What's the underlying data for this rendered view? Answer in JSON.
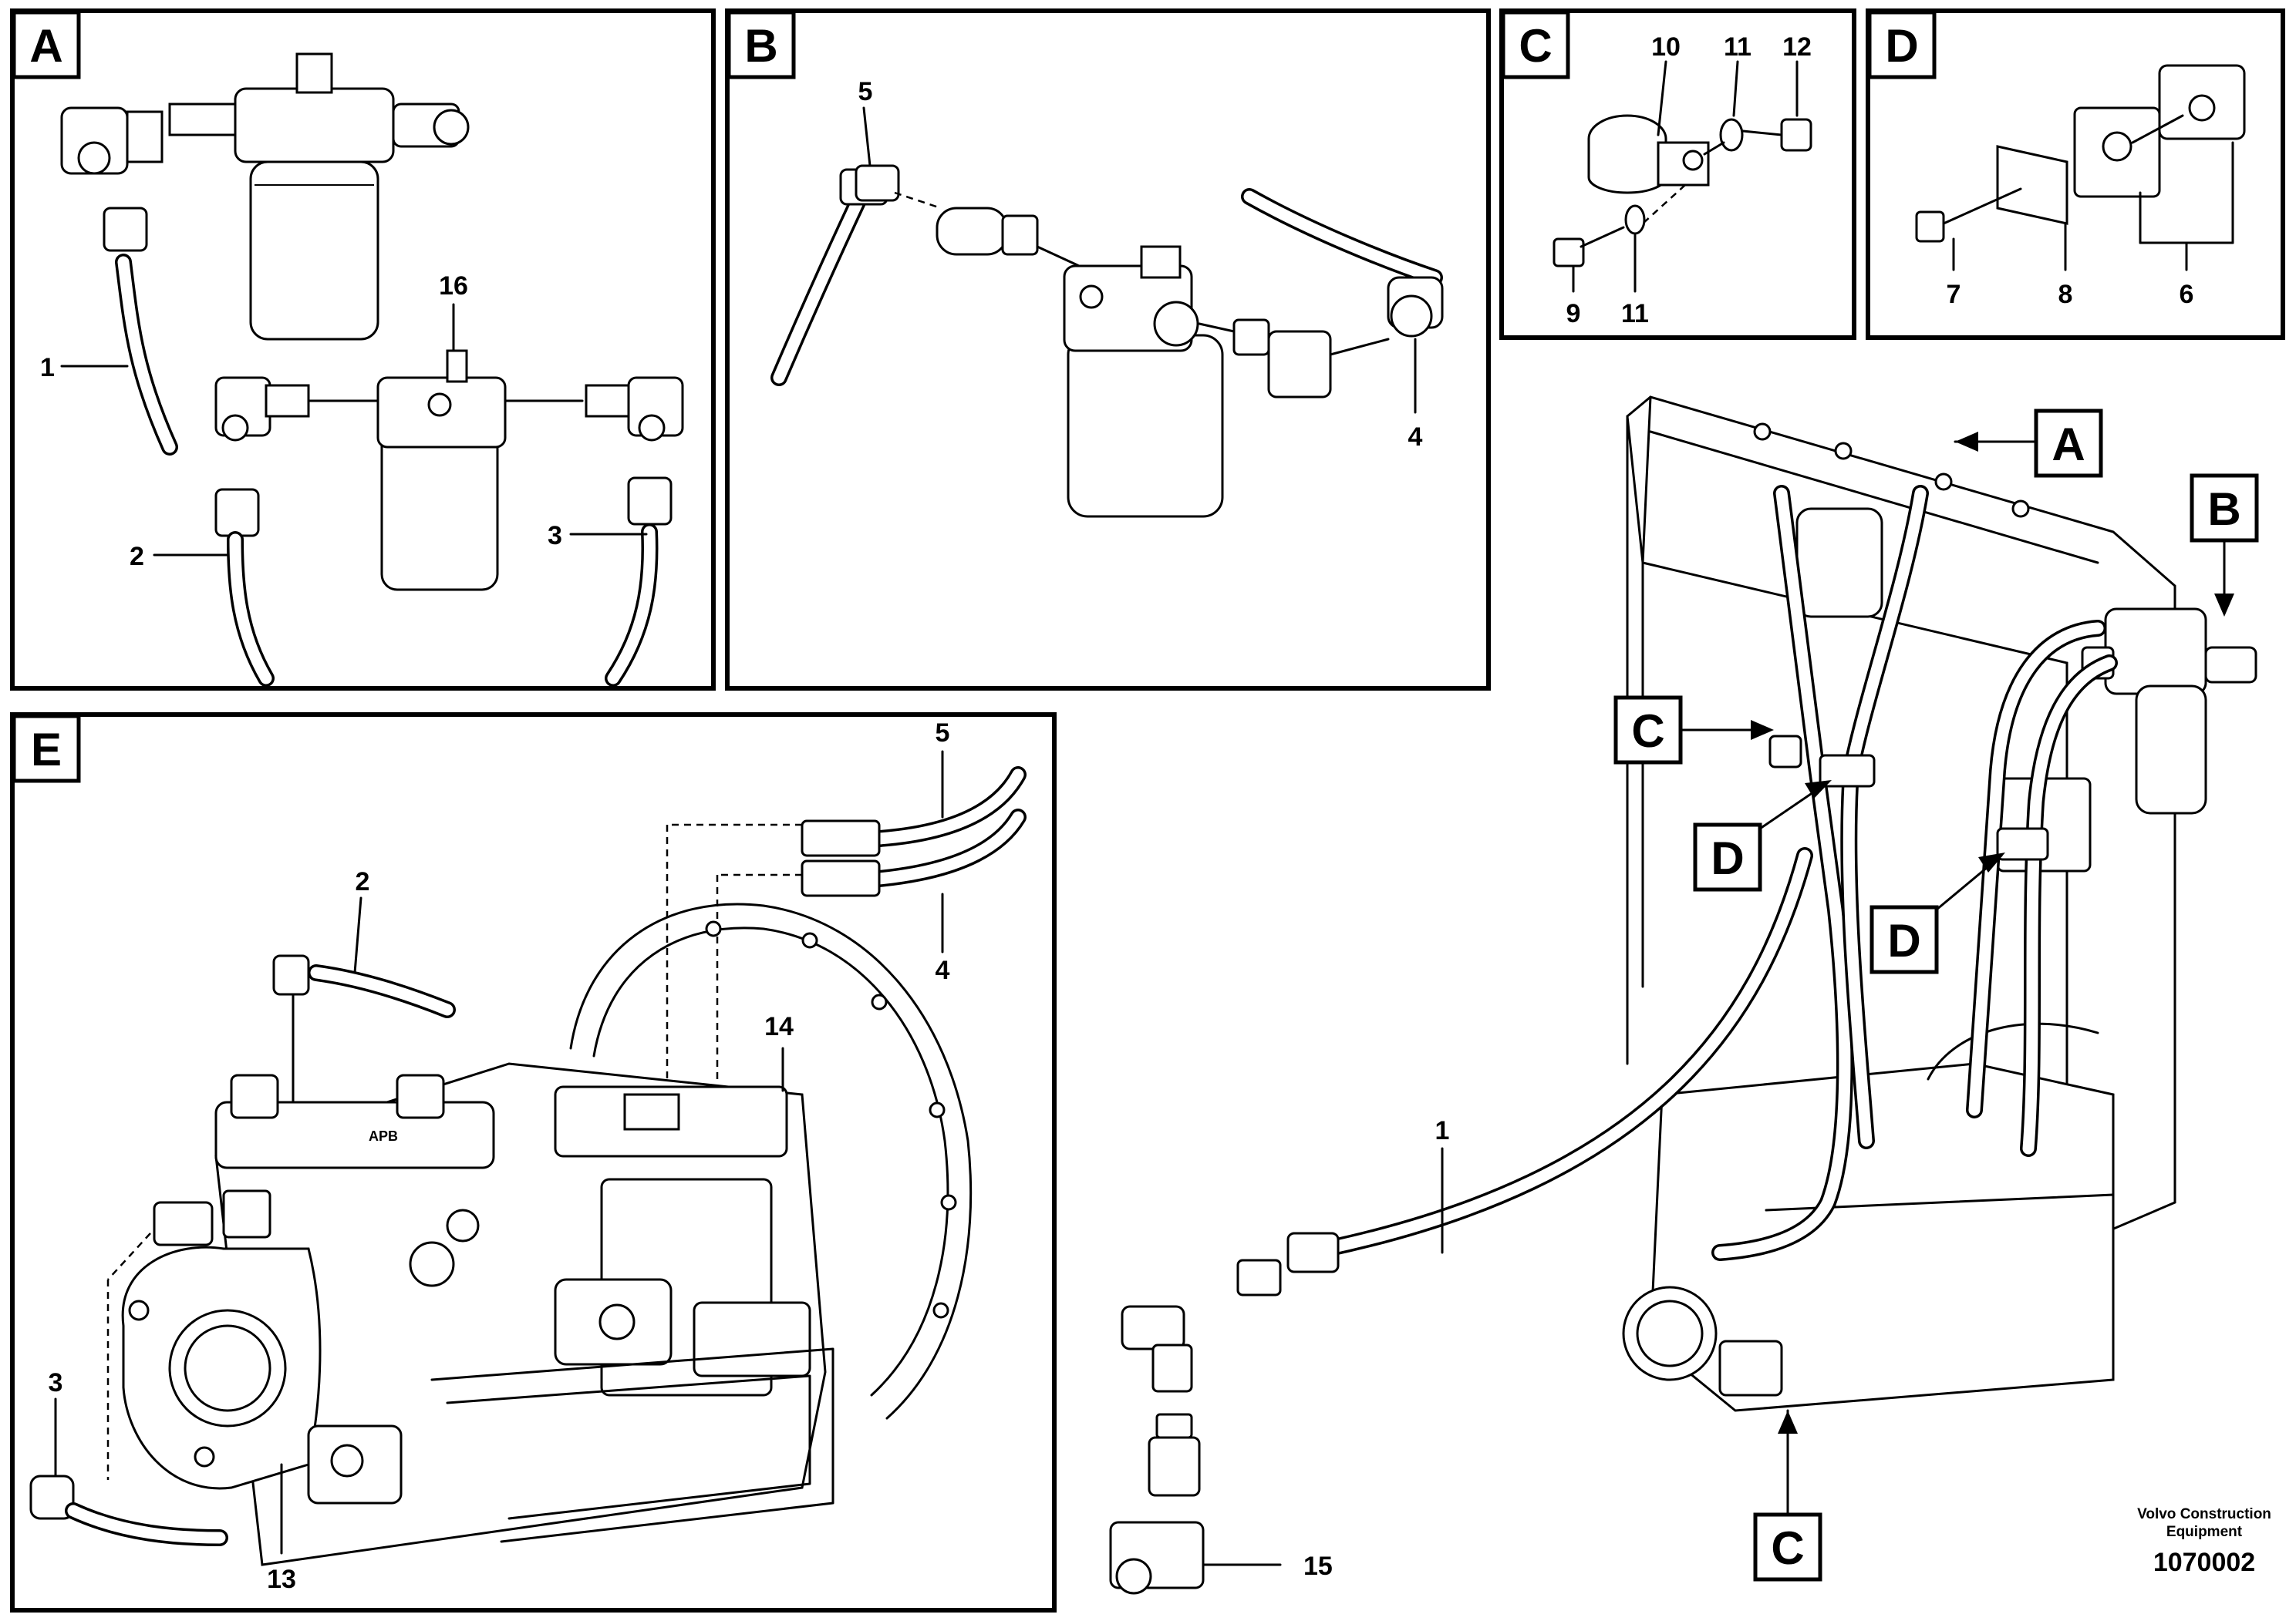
{
  "panels": [
    {
      "id": "A",
      "letter": "A"
    },
    {
      "id": "B",
      "letter": "B"
    },
    {
      "id": "C",
      "letter": "C"
    },
    {
      "id": "D",
      "letter": "D"
    },
    {
      "id": "E",
      "letter": "E"
    }
  ],
  "panel_a": {
    "callouts": [
      "1",
      "2",
      "3",
      "16"
    ]
  },
  "panel_b": {
    "callouts": [
      "5",
      "4"
    ]
  },
  "panel_c": {
    "callouts": [
      "10",
      "11",
      "12",
      "9",
      "11"
    ]
  },
  "panel_d": {
    "callouts": [
      "7",
      "8",
      "6"
    ]
  },
  "panel_e": {
    "callouts": [
      "5",
      "4",
      "2",
      "14",
      "3",
      "13"
    ]
  },
  "overview": {
    "section_markers": [
      "A",
      "B",
      "C",
      "D",
      "D",
      "C"
    ],
    "callouts": [
      "1",
      "15"
    ]
  },
  "footer": {
    "brand_line_1": "Volvo Construction",
    "brand_line_2": "Equipment",
    "drawing_number": "1070002"
  }
}
